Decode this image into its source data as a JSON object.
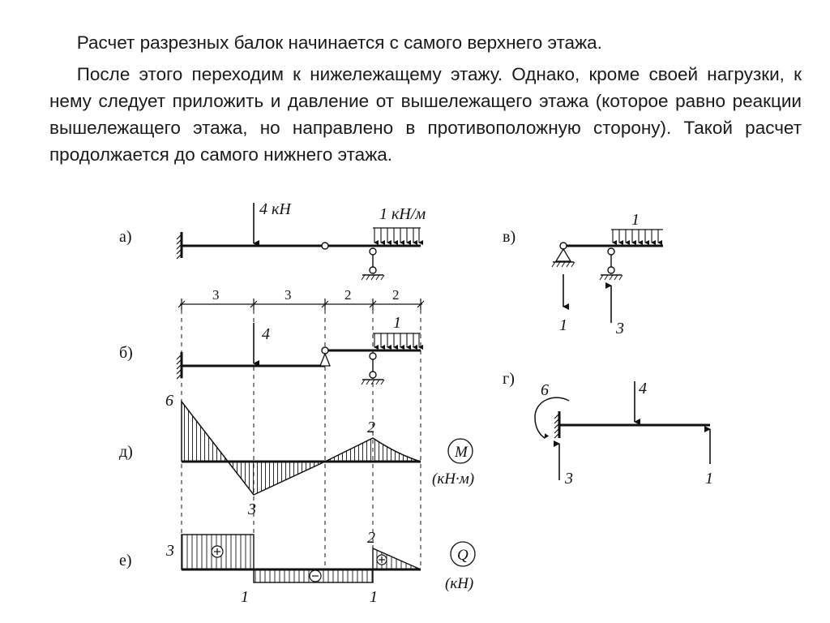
{
  "text": {
    "p1": "Расчет разрезных балок начинается с самого верхнего этажа.",
    "p2": "После этого переходим к нижележащему этажу. Однако, кроме своей нагрузки, к нему следует приложить и давление от вышележащего этажа (которое равно реакции вышележащего этажа, но направлено в противоположную сторону). Такой расчет продолжается до самого нижнего этажа."
  },
  "labels": {
    "a": "а)",
    "b": "б)",
    "v": "в)",
    "g": "г)",
    "d": "д)",
    "e": "е)"
  },
  "diagram_a": {
    "force": "4 кН",
    "dist_load": "1 кН/м"
  },
  "dims": [
    "3",
    "3",
    "2",
    "2"
  ],
  "diagram_b": {
    "force": "4",
    "dist_load": "1"
  },
  "diagram_v": {
    "dist_load": "1",
    "react_left": "1",
    "react_right": "3"
  },
  "diagram_g": {
    "moment": "6",
    "force": "4",
    "react_left": "3",
    "react_right": "1"
  },
  "moment_diagram": {
    "symbol": "M",
    "units": "(кН·м)",
    "v_max": "6",
    "v_min": "3",
    "v_right": "2"
  },
  "shear_diagram": {
    "symbol": "Q",
    "units": "(кН)",
    "v_left": "3",
    "v_mid": "1",
    "v_mid2": "1",
    "v_right": "2",
    "plus": "⊕",
    "minus": "⊖"
  }
}
